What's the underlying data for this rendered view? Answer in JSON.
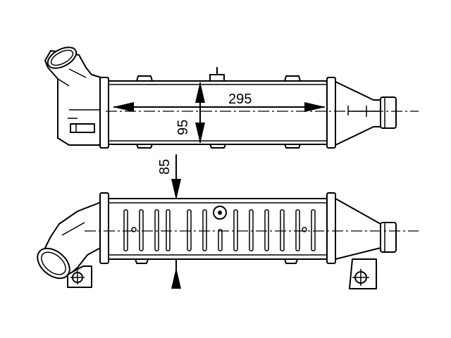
{
  "dimensions": {
    "length": "295",
    "height": "95",
    "depth": "85"
  }
}
